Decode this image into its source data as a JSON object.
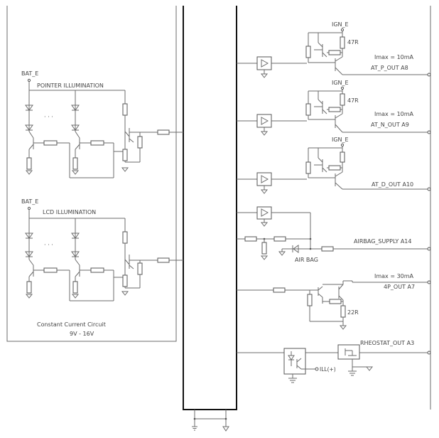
{
  "left_panel": {
    "pointer": {
      "supply": "BAT_E",
      "title": "POINTER ILLUMINATION",
      "dots": "· · ·"
    },
    "lcd": {
      "supply": "BAT_E",
      "title": "LCD ILLUMINATION",
      "dots": "· · ·"
    },
    "footer_line1": "Constant Current Circuit",
    "footer_line2": "9V - 16V"
  },
  "outputs": {
    "at_p": {
      "supply": "IGN_E",
      "resistor": "47R",
      "imax": "Imax = 10mA",
      "label": "AT_P_OUT A8"
    },
    "at_n": {
      "supply": "IGN_E",
      "resistor": "47R",
      "imax": "Imax = 10mA",
      "label": "AT_N_OUT A9"
    },
    "at_d": {
      "supply": "IGN_E",
      "label": "AT_D_OUT A10"
    },
    "airbag": {
      "label": "AIRBAG_SUPPLY A14",
      "lamp": "AIR BAG"
    },
    "p4": {
      "imax": "Imax = 30mA",
      "label": "4P_OUT A7",
      "resistor": "22R"
    },
    "rheostat": {
      "label": "RHEOSTAT_OUT A3",
      "ill": "ILL(+)"
    }
  }
}
